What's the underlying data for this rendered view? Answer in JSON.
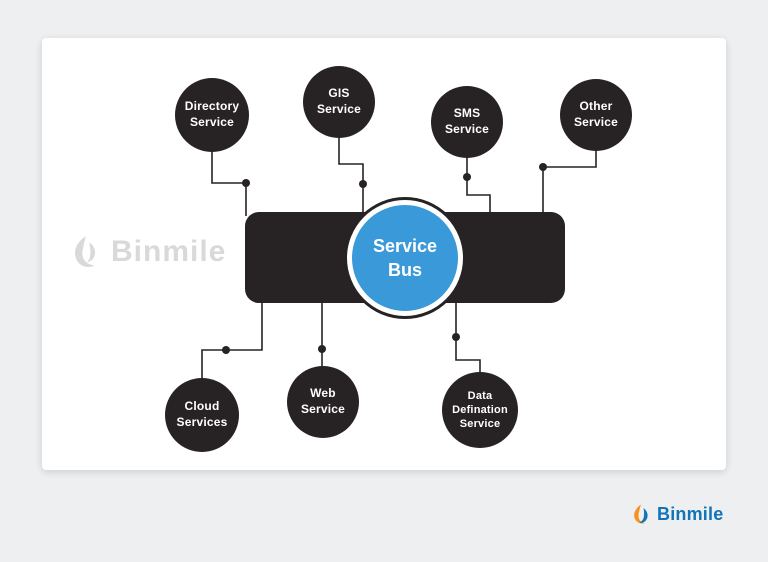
{
  "colors": {
    "page_bg": "#edeff1",
    "card_bg": "#ffffff",
    "node_fill": "#272324",
    "bus_fill": "#272324",
    "hub_fill": "#3a99d8",
    "connector": "#272324",
    "watermark": "#d9d9d9",
    "brand_blue": "#1273b9",
    "brand_orange": "#f6921e"
  },
  "diagram": {
    "hub": {
      "label": "Service\nBus"
    },
    "nodes": [
      {
        "label": "Directory\nService"
      },
      {
        "label": "GIS\nService"
      },
      {
        "label": "SMS\nService"
      },
      {
        "label": "Other\nService"
      },
      {
        "label": "Cloud\nServices"
      },
      {
        "label": "Web\nService"
      },
      {
        "label": "Data\nDefination\nService"
      }
    ]
  },
  "icons": {
    "watermark_logo": "binmile-leaf-logo-icon",
    "brand_logo": "binmile-flame-logo-icon"
  },
  "watermark": {
    "text": "Binmile"
  },
  "brand": {
    "text": "Binmile"
  }
}
